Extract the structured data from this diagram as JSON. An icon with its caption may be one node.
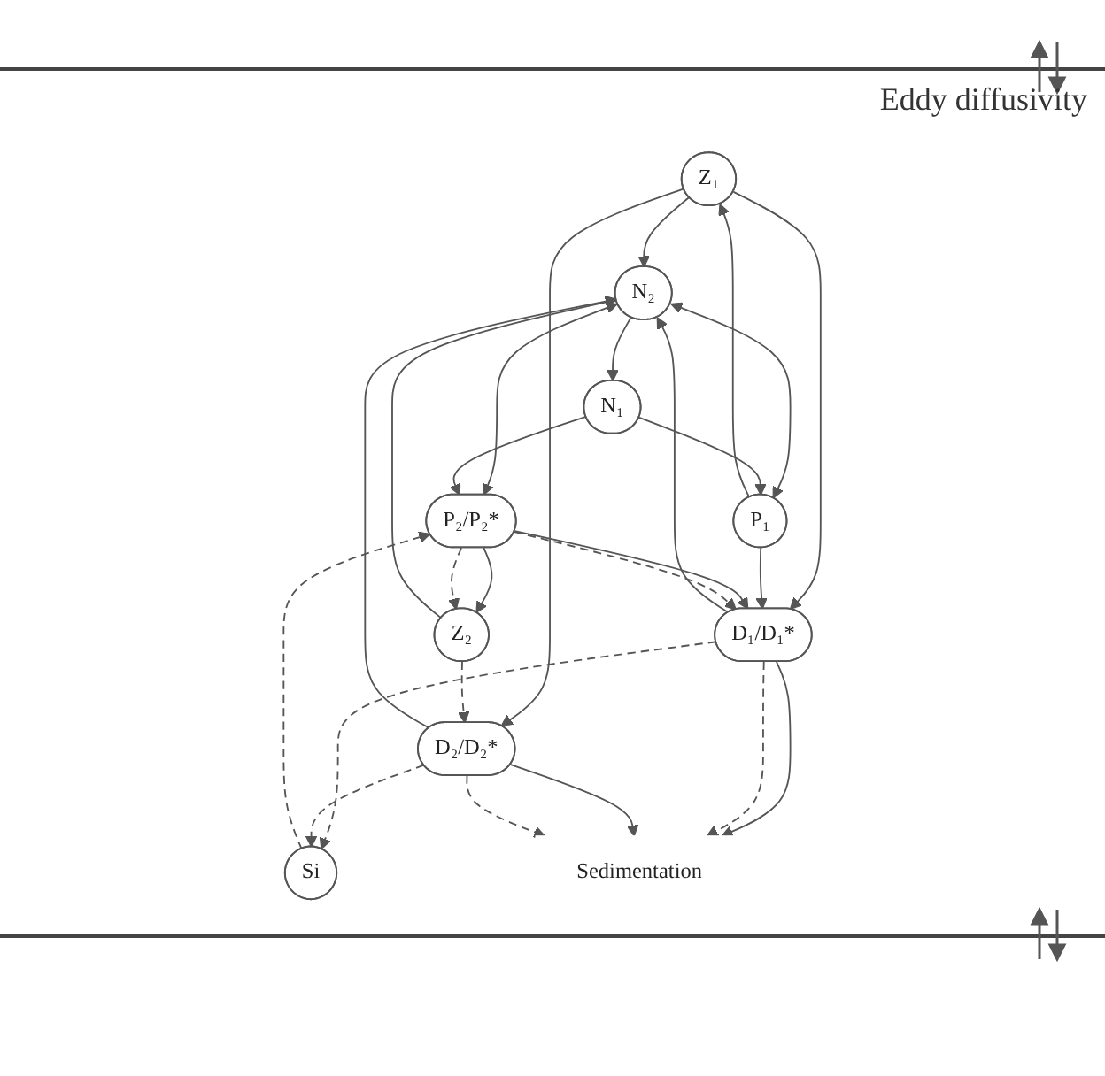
{
  "diagram": {
    "nodes": [
      {
        "text": [
          "Z₁"
        ]
      },
      {
        "text": [
          "Z₂"
        ]
      },
      {
        "text": [
          "N₂"
        ]
      },
      {
        "text": [
          "P₁"
        ]
      },
      {
        "text": [
          "P₂/P₂*"
        ]
      },
      {
        "text": [
          "D₁/D₁*"
        ]
      },
      {
        "text": [
          "N₁"
        ]
      },
      {
        "text": [
          "Si"
        ]
      },
      {
        "text": [
          "D₂/D₂*"
        ]
      },
      {
        "text": [
          "Sedimentation"
        ]
      }
    ],
    "edges": [
      {
        "from": 1,
        "to": 2,
        "arrow": "to"
      },
      {
        "from": 0,
        "to": 2,
        "arrow": "to"
      },
      {
        "from": 0,
        "to": 8,
        "arrow": "to"
      },
      {
        "from": 1,
        "to": 8,
        "arrow": "to",
        "style": "dashed"
      },
      {
        "from": 0,
        "to": 5,
        "arrow": "to"
      },
      {
        "from": 2,
        "to": 4,
        "arrow": "both"
      },
      {
        "from": 2,
        "to": 3,
        "arrow": "both"
      },
      {
        "from": 3,
        "to": 0,
        "arrow": "to"
      },
      {
        "from": 3,
        "to": 5,
        "arrow": "to"
      },
      {
        "from": 4,
        "to": 1,
        "arrow": "to"
      },
      {
        "from": 4,
        "to": 1,
        "arrow": "to",
        "style": "dashed"
      },
      {
        "from": 4,
        "to": 5,
        "arrow": "to"
      },
      {
        "from": 4,
        "to": 5,
        "arrow": "to",
        "style": "dashed"
      },
      {
        "from": 2,
        "to": 6,
        "arrow": "to"
      },
      {
        "from": 6,
        "to": 3,
        "arrow": "to"
      },
      {
        "from": 6,
        "to": 4,
        "arrow": "to"
      },
      {
        "from": 7,
        "to": 4,
        "arrow": "to",
        "style": "dashed"
      },
      {
        "from": 5,
        "to": 7,
        "arrow": "to",
        "style": "dashed"
      },
      {
        "from": 8,
        "to": 7,
        "arrow": "to",
        "style": "dashed"
      },
      {
        "from": 5,
        "to": 2,
        "arrow": "to"
      },
      {
        "from": 8,
        "to": 2,
        "arrow": "to"
      },
      {
        "from": 5,
        "to": 9,
        "arrow": "to"
      },
      {
        "from": 5,
        "to": 9,
        "arrow": "to",
        "style": "dashed"
      },
      {
        "from": 8,
        "to": 9,
        "arrow": "to"
      },
      {
        "from": 8,
        "to": 9,
        "arrow": "to",
        "style": "dashed"
      }
    ],
    "labels": [
      "Eddy diffusivity"
    ]
  }
}
